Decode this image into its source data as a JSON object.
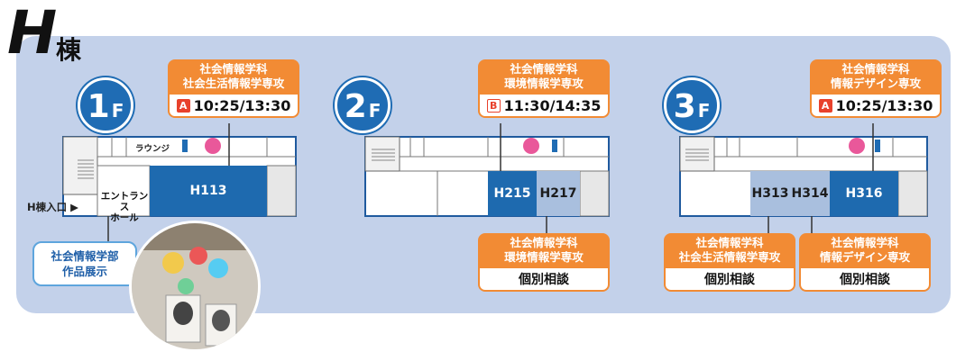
{
  "building": {
    "letter": "H",
    "label": "棟"
  },
  "floors": [
    {
      "num": "1",
      "suffix": "F"
    },
    {
      "num": "2",
      "suffix": "F"
    },
    {
      "num": "3",
      "suffix": "F"
    }
  ],
  "callouts_top": [
    {
      "line1": "社会情報学科",
      "line2": "社会生活情報学専攻",
      "tag": "A",
      "time": "10:25/13:30"
    },
    {
      "line1": "社会情報学科",
      "line2": "環境情報学専攻",
      "tag": "B",
      "time": "11:30/14:35"
    },
    {
      "line1": "社会情報学科",
      "line2": "情報デザイン専攻",
      "tag": "A",
      "time": "10:25/13:30"
    }
  ],
  "callouts_bottom": [
    {
      "line1": "社会情報学科",
      "line2": "環境情報学専攻",
      "body": "個別相談"
    },
    {
      "line1": "社会情報学科",
      "line2": "社会生活情報学専攻",
      "body": "個別相談"
    },
    {
      "line1": "社会情報学科",
      "line2": "情報デザイン専攻",
      "body": "個別相談"
    }
  ],
  "rooms": {
    "h113": "H113",
    "h215": "H215",
    "h217": "H217",
    "h313": "H313",
    "h314": "H314",
    "h316": "H316"
  },
  "labels": {
    "lounge": "ラウンジ",
    "entrance_hall_1": "エントランス",
    "entrance_hall_2": "ホール",
    "entrance": "H棟入口 ▶",
    "exhibit_1": "社会情報学部",
    "exhibit_2": "作品展示"
  },
  "colors": {
    "panel": "#c3d1ea",
    "badge": "#1f6cb4",
    "callout_orange": "#f28b34",
    "room_dark": "#1e6aaf",
    "room_light": "#a9bfde",
    "tag_red": "#e8412c",
    "restroom_female": "#e9589a",
    "restroom_male": "#1f6cb4"
  }
}
